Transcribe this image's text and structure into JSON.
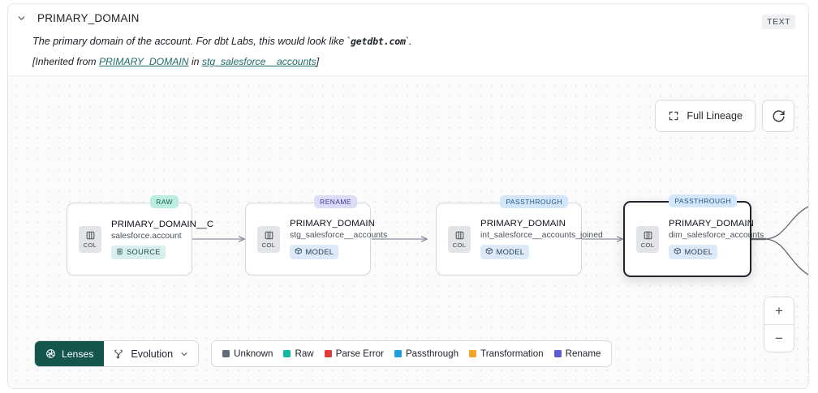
{
  "header": {
    "chevron_icon": "chevron-down-icon",
    "title": "PRIMARY_DOMAIN",
    "type_badge": "TEXT",
    "description_prefix": "The primary domain of the account. For dbt Labs, this would look like `",
    "description_code": "getdbt.com",
    "description_suffix": "`.",
    "inherited_prefix": "[Inherited from ",
    "inherited_link": "PRIMARY_DOMAIN",
    "inherited_middle": " in ",
    "inherited_source": "stg_salesforce__accounts",
    "inherited_suffix": "]"
  },
  "canvas": {
    "full_lineage_label": "Full Lineage",
    "full_lineage_icon": "expand-corners-icon",
    "refresh_icon": "refresh-icon",
    "zoom_in_label": "+",
    "zoom_out_label": "−",
    "nodes": [
      {
        "column": "PRIMARY_DOMAIN__C",
        "dataset": "salesforce.account",
        "col_label": "COL",
        "col_icon": "column-icon",
        "type_label": "SOURCE",
        "type_icon": "database-icon",
        "type_class": "type-source",
        "kind_label": "RAW",
        "kind_class": "kind-raw",
        "selected": false
      },
      {
        "column": "PRIMARY_DOMAIN",
        "dataset": "stg_salesforce__accounts",
        "col_label": "COL",
        "col_icon": "column-icon",
        "type_label": "MODEL",
        "type_icon": "cube-icon",
        "type_class": "type-model",
        "kind_label": "RENAME",
        "kind_class": "kind-rename",
        "selected": false
      },
      {
        "column": "PRIMARY_DOMAIN",
        "dataset": "int_salesforce__accounts_joined",
        "col_label": "COL",
        "col_icon": "column-icon",
        "type_label": "MODEL",
        "type_icon": "cube-icon",
        "type_class": "type-model",
        "kind_label": "PASSTHROUGH",
        "kind_class": "kind-pass",
        "selected": false
      },
      {
        "column": "PRIMARY_DOMAIN",
        "dataset": "dim_salesforce_accounts",
        "col_label": "COL",
        "col_icon": "column-icon",
        "type_label": "MODEL",
        "type_icon": "cube-icon",
        "type_class": "type-model",
        "kind_label": "PASSTHROUGH",
        "kind_class": "kind-pass",
        "selected": true
      }
    ]
  },
  "toolbar": {
    "lenses_label": "Lenses",
    "lenses_icon": "aperture-icon",
    "evolution_label": "Evolution",
    "evolution_icon": "evolution-icon",
    "evolution_chevron_icon": "chevron-down-icon"
  },
  "legend": {
    "items": [
      {
        "label": "Unknown",
        "color": "#636b74"
      },
      {
        "label": "Raw",
        "color": "#14b8a6"
      },
      {
        "label": "Parse Error",
        "color": "#e23b3b"
      },
      {
        "label": "Passthrough",
        "color": "#1f9fe0"
      },
      {
        "label": "Transformation",
        "color": "#f5a524"
      },
      {
        "label": "Rename",
        "color": "#5b5bd6"
      }
    ]
  }
}
